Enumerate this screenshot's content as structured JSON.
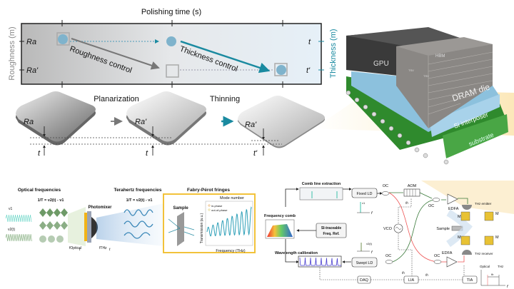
{
  "top_panel": {
    "x_axis_title": "Polishing time (s)",
    "left_axis_title": "Roughness (m)",
    "right_axis_title": "Thickness (m)",
    "left_ticks": [
      "Ra",
      "Ra'"
    ],
    "right_ticks": [
      "t",
      "t'"
    ],
    "arrow_labels": [
      "Roughness control",
      "Thickness control"
    ],
    "steps": [
      "Planarization",
      "Thinning"
    ],
    "wafer_labels": [
      "Ra",
      "Ra'",
      "Ra'"
    ],
    "thickness_labels": [
      "t",
      "t",
      "t'"
    ],
    "colors": {
      "teal": "#1a8aa0",
      "gray": "#888888",
      "marker": "#7fb3cc"
    }
  },
  "chip": {
    "labels": [
      "GPU",
      "HBM",
      "DRAM die",
      "Si interposer",
      "substrate",
      "TSV",
      "TSV"
    ],
    "colors": {
      "gpu": "#3a3a3a",
      "dram": "#8a8784",
      "interposer": "#8cc1dd",
      "substrate": "#3f9a3c"
    }
  },
  "thz_concept": {
    "titles": [
      "Optical frequencies",
      "Terahertz frequencies",
      "Fabry-Pérot fringes"
    ],
    "beat_formula": "1/T = ν2(t) - ν1",
    "nu1": "ν1",
    "nu2": "ν2(t)",
    "photomixer": "Photomixer",
    "sample": "Sample",
    "f_optical": "fOptical",
    "f_thz": "fTHz",
    "t_axis": "t",
    "plot": {
      "top_axis": "Mode number",
      "ylabel": "Transmission (a.u.)",
      "xlabel": "Frequency (THz)",
      "legend": [
        "in-phase",
        "out-of-phase"
      ]
    },
    "highlight_color": "#f2c23a"
  },
  "setup": {
    "comb_line_extraction": "Comb line extraction",
    "frequency_comb": "Frequency comb",
    "si_ref": [
      "SI-traceable",
      "Freq. Ref."
    ],
    "wavelength_calibration": "Wavelength calibration",
    "fixed_ld": "Fixed LD",
    "swept_ld": "Swept LD",
    "oc": "OC",
    "aom": "AOM",
    "edfa": "EDFA",
    "vco": "VCO",
    "daq": "DAQ",
    "lia": "LIA",
    "tia": "TIA",
    "thz_emitter": "THz emitter",
    "thz_receiver": "THz receiver",
    "sample": "Sample",
    "mirror": "M",
    "f": "f",
    "fh": "fh",
    "nu1": "ν1",
    "nu2": "ν2(t)",
    "mini_plot": [
      "Optical",
      "THz",
      "fh"
    ]
  }
}
